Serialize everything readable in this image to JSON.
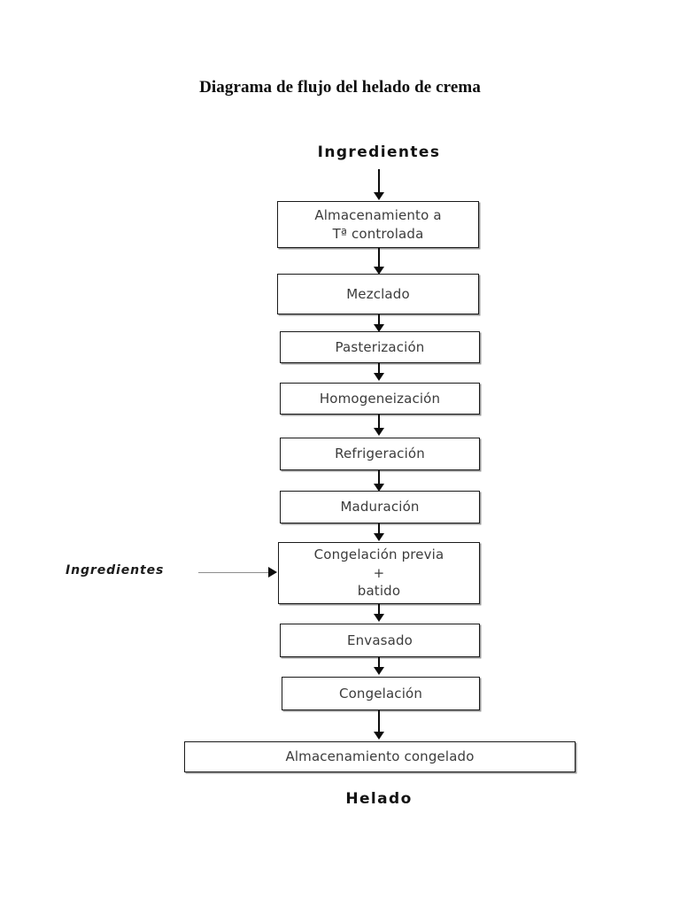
{
  "document": {
    "title": "Diagrama de flujo del helado de crema"
  },
  "diagram": {
    "type": "flowchart",
    "orientation": "vertical-top-to-bottom",
    "start_label": "Ingredientes",
    "end_label": "Helado",
    "side_input": {
      "label": "Ingredientes",
      "target_step": "Congelación previa + batido",
      "direction": "left-to-right"
    },
    "colors": {
      "background": "#ffffff",
      "box_border": "#1a1a1a",
      "box_fill": "#ffffff",
      "box_shadow": "#9a9a9a",
      "box_text": "#3c3c3c",
      "title_text": "#0d0d0d",
      "terminal_text": "#131313",
      "arrow": "#0d0d0d",
      "feed_line": "#8d8d8d"
    },
    "steps": [
      {
        "id": "almacenamiento-t-controlada",
        "label": "Almacenamiento a\nTª controlada",
        "lines": 2
      },
      {
        "id": "mezclado",
        "label": "Mezclado",
        "lines": 1
      },
      {
        "id": "pasterizacion",
        "label": "Pasterización",
        "lines": 1
      },
      {
        "id": "homogeneizacion",
        "label": "Homogeneización",
        "lines": 1
      },
      {
        "id": "refrigeracion",
        "label": "Refrigeración",
        "lines": 1
      },
      {
        "id": "maduracion",
        "label": "Maduración",
        "lines": 1
      },
      {
        "id": "congelacion-previa-batido",
        "label": "Congelación previa\n+\nbatido",
        "lines": 3
      },
      {
        "id": "envasado",
        "label": "Envasado",
        "lines": 1
      },
      {
        "id": "congelacion",
        "label": "Congelación",
        "lines": 1
      },
      {
        "id": "almacenamiento-congelado",
        "label": "Almacenamiento congelado",
        "lines": 1
      }
    ]
  }
}
